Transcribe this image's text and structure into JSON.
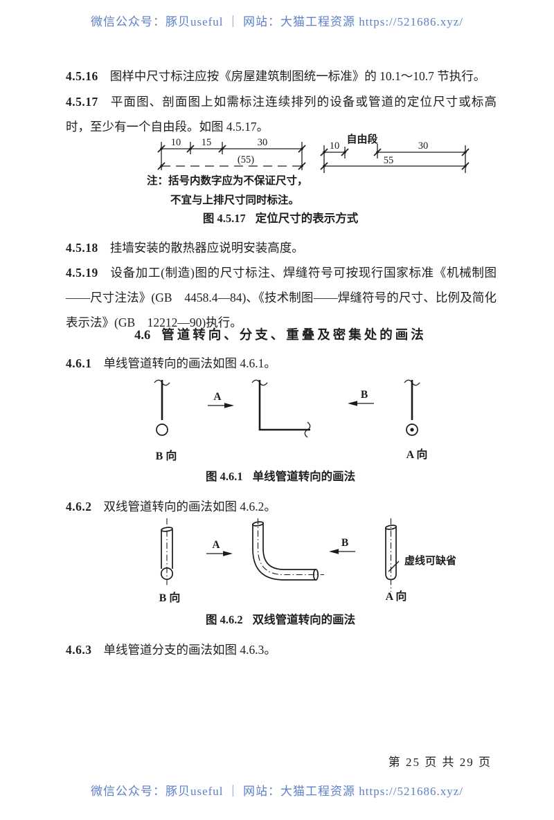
{
  "page": {
    "bg": "#ffffff",
    "text_color": "#1f1f1f",
    "watermark_color": "#5b80c8"
  },
  "watermark": {
    "header": "微信公众号：豚贝useful ｜ 网站：大猫工程资源 https://521686.xyz/",
    "footer": "微信公众号：豚贝useful ｜ 网站：大猫工程资源 https://521686.xyz/"
  },
  "sections": {
    "s4516": {
      "num": "4.5.16",
      "text": "图样中尺寸标注应按《房屋建筑制图统一标准》的 10.1～10.7 节执行。"
    },
    "s4517": {
      "num": "4.5.17",
      "text": "平面图、剖面图上如需标注连续排列的设备或管道的定位尺寸或标高时，至少有一个自由段。如图 4.5.17。"
    },
    "s4518": {
      "num": "4.5.18",
      "text": "挂墙安装的散热器应说明安装高度。"
    },
    "s4519": {
      "num": "4.5.19",
      "text": "设备加工(制造)图的尺寸标注、焊缝符号可按现行国家标准《机械制图——尺寸注法》(GB　4458.4—84)、《技术制图——焊缝符号的尺寸、比例及简化表示法》(GB　12212—90)执行。"
    },
    "h46": {
      "num": "4.6",
      "title": "管道转向、分支、重叠及密集处的画法"
    },
    "s461": {
      "num": "4.6.1",
      "text": "单线管道转向的画法如图 4.6.1。"
    },
    "s462": {
      "num": "4.6.2",
      "text": "双线管道转向的画法如图 4.6.2。"
    },
    "s463": {
      "num": "4.6.3",
      "text": "单线管道分支的画法如图 4.6.3。"
    }
  },
  "fig4517": {
    "caption_no": "图 4.5.17",
    "caption_title": "定位尺寸的表示方式",
    "left": {
      "d1": "10",
      "d2": "15",
      "d3": "30",
      "total": "(55)"
    },
    "right": {
      "free_label": "自由段",
      "d1": "10",
      "d2": "30",
      "total": "55"
    },
    "note1": "注：括号内数字应为不保证尺寸，",
    "note2": "不宜与上排尺寸同时标注。"
  },
  "fig461": {
    "caption_no": "图 4.6.1",
    "caption_title": "单线管道转向的画法",
    "arrow_a": "A",
    "arrow_b": "B",
    "view_a": "A 向",
    "view_b": "B 向"
  },
  "fig462": {
    "caption_no": "图 4.6.2",
    "caption_title": "双线管道转向的画法",
    "arrow_a": "A",
    "arrow_b": "B",
    "view_a": "A 向",
    "view_b": "B 向",
    "dashed_note": "虚线可缺省"
  },
  "footer": {
    "page_indicator": "第 25 页 共 29 页"
  }
}
